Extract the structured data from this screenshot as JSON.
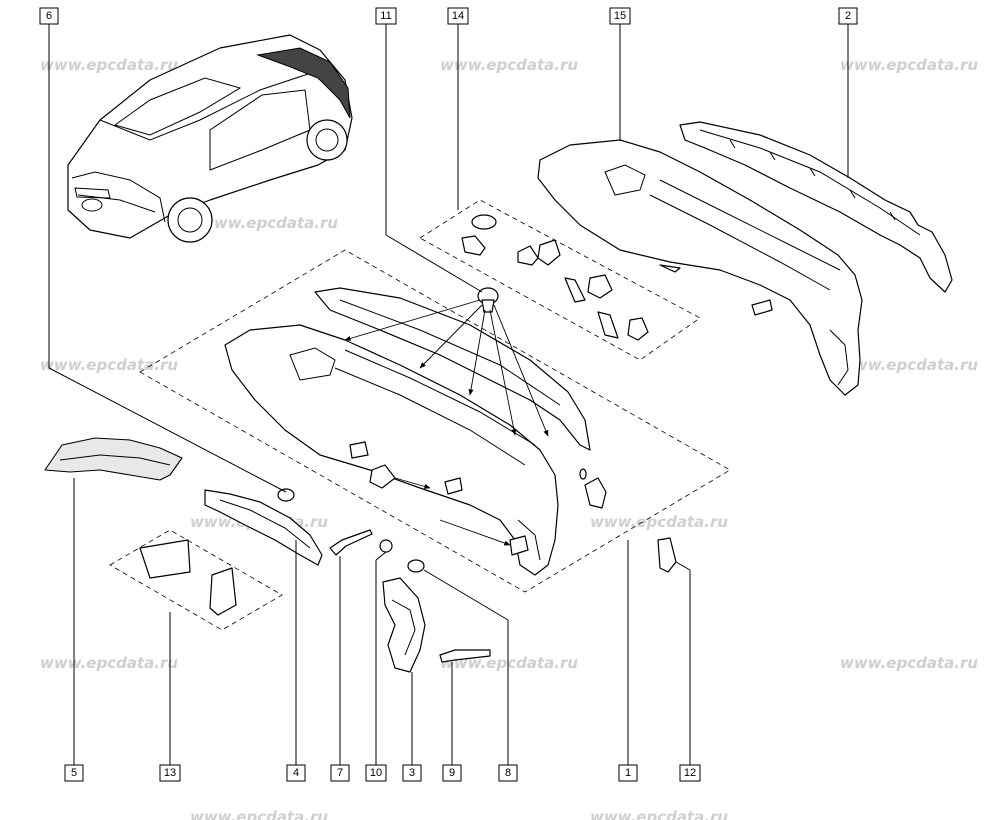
{
  "watermark": "www.epcdata.ru",
  "callouts_top": [
    {
      "id": "callout-6",
      "label": "6"
    },
    {
      "id": "callout-11",
      "label": "11"
    },
    {
      "id": "callout-14",
      "label": "14"
    },
    {
      "id": "callout-15",
      "label": "15"
    },
    {
      "id": "callout-2",
      "label": "2"
    }
  ],
  "callouts_bottom": [
    {
      "id": "callout-5",
      "label": "5"
    },
    {
      "id": "callout-13",
      "label": "13"
    },
    {
      "id": "callout-4",
      "label": "4"
    },
    {
      "id": "callout-7",
      "label": "7"
    },
    {
      "id": "callout-10",
      "label": "10"
    },
    {
      "id": "callout-3",
      "label": "3"
    },
    {
      "id": "callout-9",
      "label": "9"
    },
    {
      "id": "callout-8",
      "label": "8"
    },
    {
      "id": "callout-1",
      "label": "1"
    },
    {
      "id": "callout-12",
      "label": "12"
    }
  ]
}
